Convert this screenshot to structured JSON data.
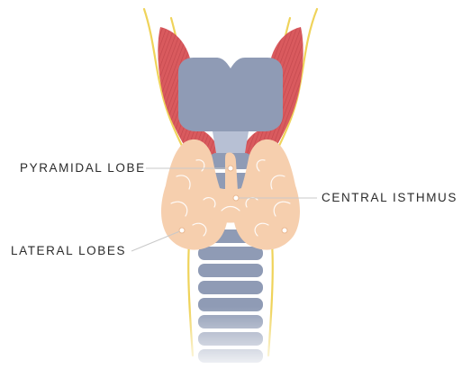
{
  "labels": {
    "pyramidal_lobe": "PYRAMIDAL LOBE",
    "central_isthmus": "CENTRAL ISTHMUS",
    "lateral_lobes": "LATERAL LOBES"
  },
  "colors": {
    "thyroid": "#f6cfae",
    "thyroid_line": "#ffffff",
    "cartilage": "#8f9bb5",
    "cartilage_light": "#b7c0d4",
    "muscle": "#d9565a",
    "nerve": "#efd35a",
    "leader_line": "#c9c9c9",
    "label_text": "#2b2b2b"
  }
}
